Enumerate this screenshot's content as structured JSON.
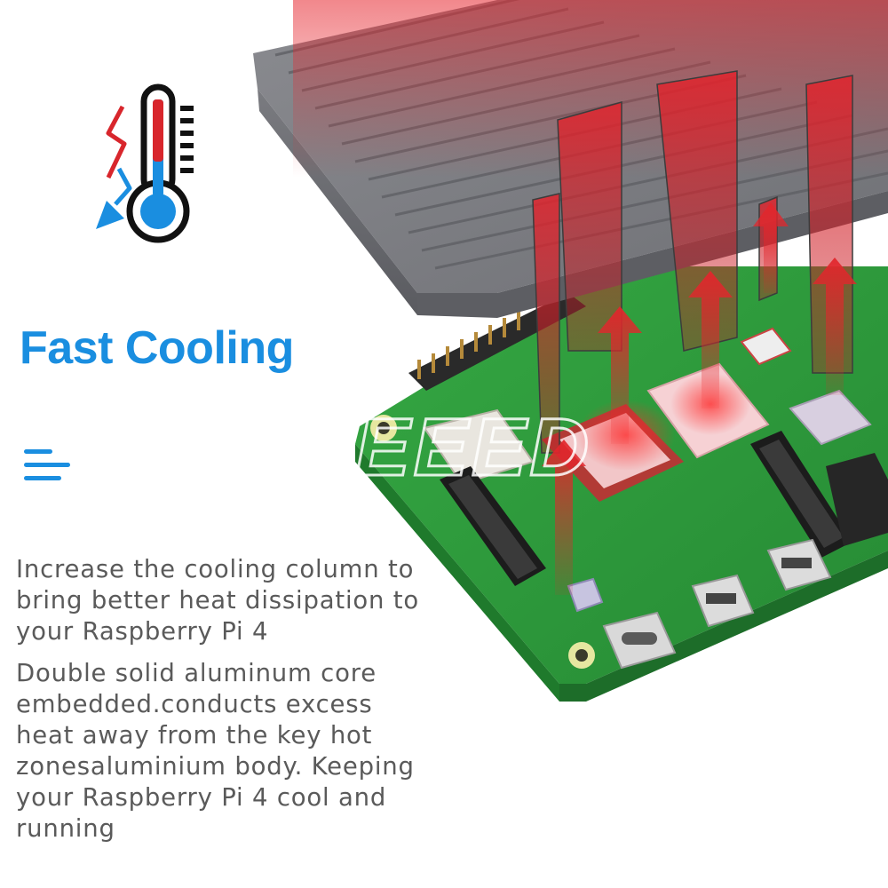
{
  "heading": "Fast Cooling",
  "paragraphs": [
    "Increase the cooling column to bring better heat dissipation to your Raspberry Pi 4",
    "Double solid aluminum core embedded.conducts excess heat away from the key hot zonesaluminium body. Keeping your Raspberry Pi 4 cool and running"
  ],
  "watermark": "SEEED",
  "colors": {
    "accent_blue": "#1a8ee0",
    "heat_red": "#d8262c",
    "pcb_green": "#2f9e3c",
    "heatsink_gray": "#7c7d82",
    "body_text": "#5a5a5a"
  },
  "icons": [
    "thermometer-icon",
    "hot-bolt-icon",
    "cool-arrow-icon",
    "menu-lines-icon"
  ]
}
